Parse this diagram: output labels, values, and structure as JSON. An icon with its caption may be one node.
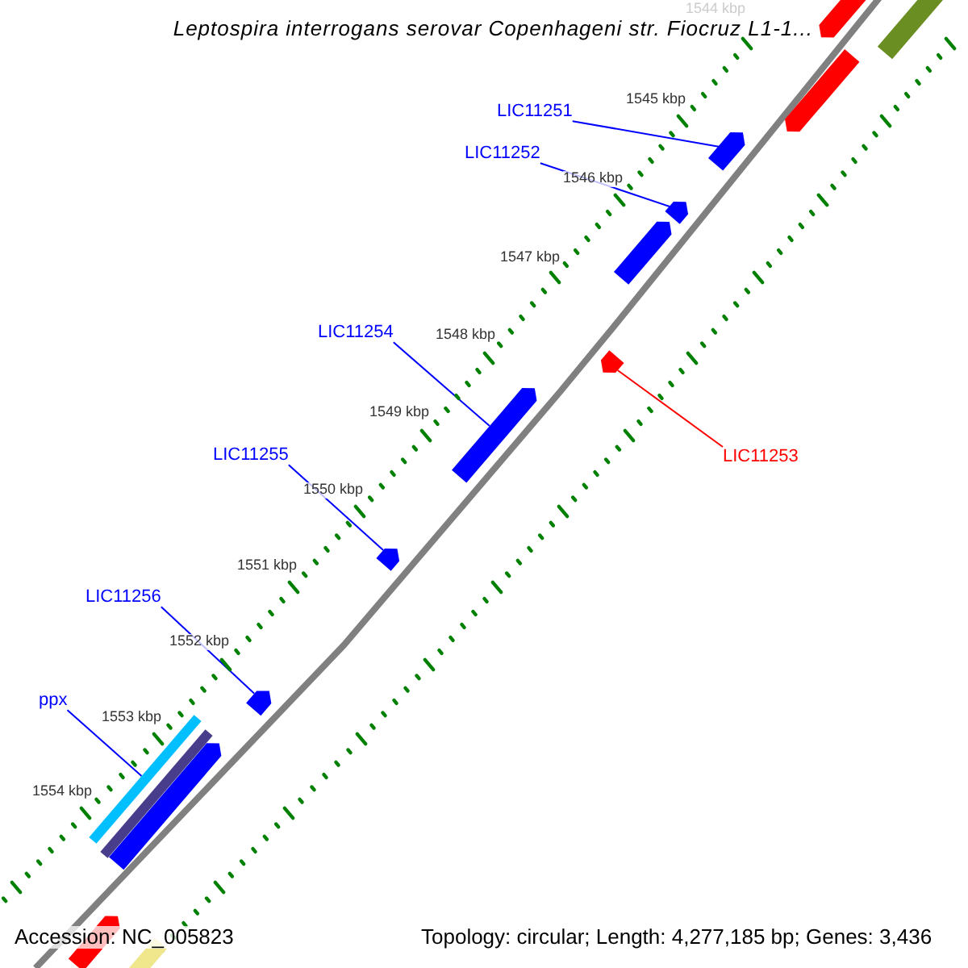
{
  "diagram": {
    "title": "Leptospira interrogans serovar Copenhageni str. Fiocruz L1-1...",
    "nodes": [
      {
        "text": [
          "LIC11251"
        ]
      },
      {
        "text": [
          "LIC11252"
        ]
      },
      {
        "text": [
          "LIC11254"
        ]
      },
      {
        "text": [
          "LIC11255"
        ]
      },
      {
        "text": [
          "LIC11256"
        ]
      },
      {
        "text": [
          "ppx"
        ]
      },
      {
        "text": [
          "LIC11253"
        ]
      },
      {
        "text": [],
        "shape": "bar"
      },
      {
        "text": [],
        "shape": "bar"
      },
      {
        "text": [],
        "shape": "bar"
      },
      {
        "text": [],
        "shape": "bar"
      },
      {
        "text": [],
        "shape": "bar"
      },
      {
        "text": [],
        "shape": "bar"
      },
      {
        "text": [],
        "shape": "bar"
      }
    ],
    "edges": [
      {
        "from": 0,
        "to": 7,
        "arrow": "none"
      },
      {
        "from": 1,
        "to": 8,
        "arrow": "none"
      },
      {
        "from": 2,
        "to": 9,
        "arrow": "none"
      },
      {
        "from": 3,
        "to": 10,
        "arrow": "none"
      },
      {
        "from": 4,
        "to": 11,
        "arrow": "none"
      },
      {
        "from": 5,
        "to": 12,
        "arrow": "none"
      },
      {
        "from": 6,
        "to": 13,
        "arrow": "none",
        "color": "#ff0000"
      }
    ],
    "labels": [
      "1544 kbp",
      "1545 kbp",
      "1546 kbp",
      "1547 kbp",
      "1548 kbp",
      "1549 kbp",
      "1550 kbp",
      "1551 kbp",
      "1552 kbp",
      "1553 kbp",
      "1554 kbp",
      "Accession: NC_005823",
      "Topology: circular; Length: 4,277,185 bp; Genes: 3,436"
    ]
  }
}
